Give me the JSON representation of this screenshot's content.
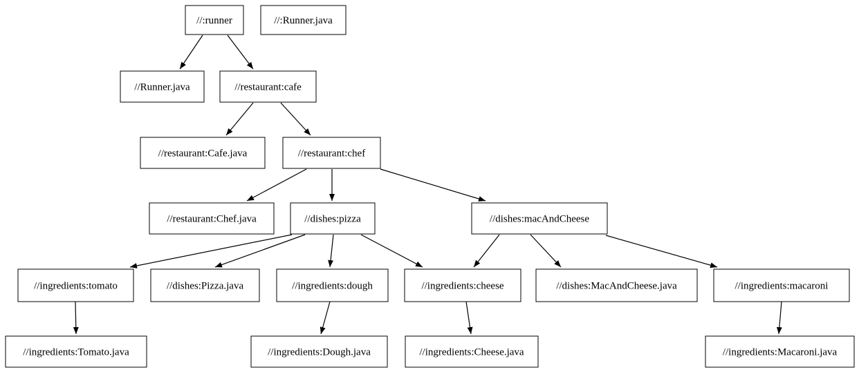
{
  "graph": {
    "type": "dependency-graph",
    "colors": {
      "background": "#ffffff",
      "node_fill": "#ffffff",
      "node_border": "#000000",
      "edge": "#000000",
      "text": "#000000"
    },
    "nodes": [
      {
        "id": "runner",
        "label": "//:runner"
      },
      {
        "id": "runner_java_top",
        "label": "//:Runner.java"
      },
      {
        "id": "runner_java",
        "label": "//Runner.java"
      },
      {
        "id": "cafe",
        "label": "//restaurant:cafe"
      },
      {
        "id": "cafe_java",
        "label": "//restaurant:Cafe.java"
      },
      {
        "id": "chef",
        "label": "//restaurant:chef"
      },
      {
        "id": "chef_java",
        "label": "//restaurant:Chef.java"
      },
      {
        "id": "pizza",
        "label": "//dishes:pizza"
      },
      {
        "id": "mac_and_cheese",
        "label": "//dishes:macAndCheese"
      },
      {
        "id": "tomato",
        "label": "//ingredients:tomato"
      },
      {
        "id": "pizza_java",
        "label": "//dishes:Pizza.java"
      },
      {
        "id": "dough",
        "label": "//ingredients:dough"
      },
      {
        "id": "cheese",
        "label": "//ingredients:cheese"
      },
      {
        "id": "mac_and_cheese_java",
        "label": "//dishes:MacAndCheese.java"
      },
      {
        "id": "macaroni",
        "label": "//ingredients:macaroni"
      },
      {
        "id": "tomato_java",
        "label": "//ingredients:Tomato.java"
      },
      {
        "id": "dough_java",
        "label": "//ingredients:Dough.java"
      },
      {
        "id": "cheese_java",
        "label": "//ingredients:Cheese.java"
      },
      {
        "id": "macaroni_java",
        "label": "//ingredients:Macaroni.java"
      }
    ],
    "edges": [
      {
        "from": "runner",
        "to": "runner_java"
      },
      {
        "from": "runner",
        "to": "cafe"
      },
      {
        "from": "cafe",
        "to": "cafe_java"
      },
      {
        "from": "cafe",
        "to": "chef"
      },
      {
        "from": "chef",
        "to": "chef_java"
      },
      {
        "from": "chef",
        "to": "pizza"
      },
      {
        "from": "chef",
        "to": "mac_and_cheese"
      },
      {
        "from": "pizza",
        "to": "tomato"
      },
      {
        "from": "pizza",
        "to": "pizza_java"
      },
      {
        "from": "pizza",
        "to": "dough"
      },
      {
        "from": "pizza",
        "to": "cheese"
      },
      {
        "from": "mac_and_cheese",
        "to": "cheese"
      },
      {
        "from": "mac_and_cheese",
        "to": "mac_and_cheese_java"
      },
      {
        "from": "mac_and_cheese",
        "to": "macaroni"
      },
      {
        "from": "tomato",
        "to": "tomato_java"
      },
      {
        "from": "dough",
        "to": "dough_java"
      },
      {
        "from": "cheese",
        "to": "cheese_java"
      },
      {
        "from": "macaroni",
        "to": "macaroni_java"
      }
    ]
  }
}
